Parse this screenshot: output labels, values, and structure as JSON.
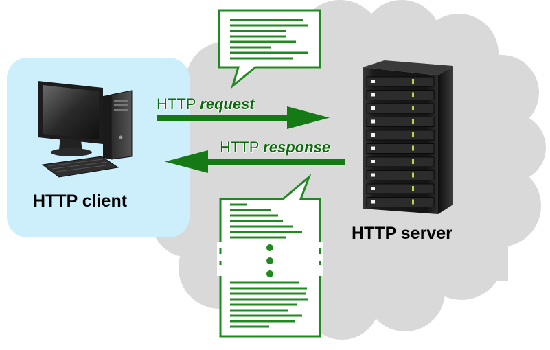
{
  "client": {
    "label": "HTTP client"
  },
  "server": {
    "label": "HTTP server"
  },
  "request": {
    "prefix": "HTTP ",
    "keyword": "request"
  },
  "response": {
    "prefix": "HTTP ",
    "keyword": "response"
  },
  "colors": {
    "arrow": "#157a15",
    "document_lines": "#1f8a1f",
    "cloud": "#d9d9d9",
    "client_panel": "#cdeffb",
    "server_body": "#1b1b1b"
  },
  "icons": {
    "client": "desktop-computer-icon",
    "server": "server-rack-icon"
  }
}
